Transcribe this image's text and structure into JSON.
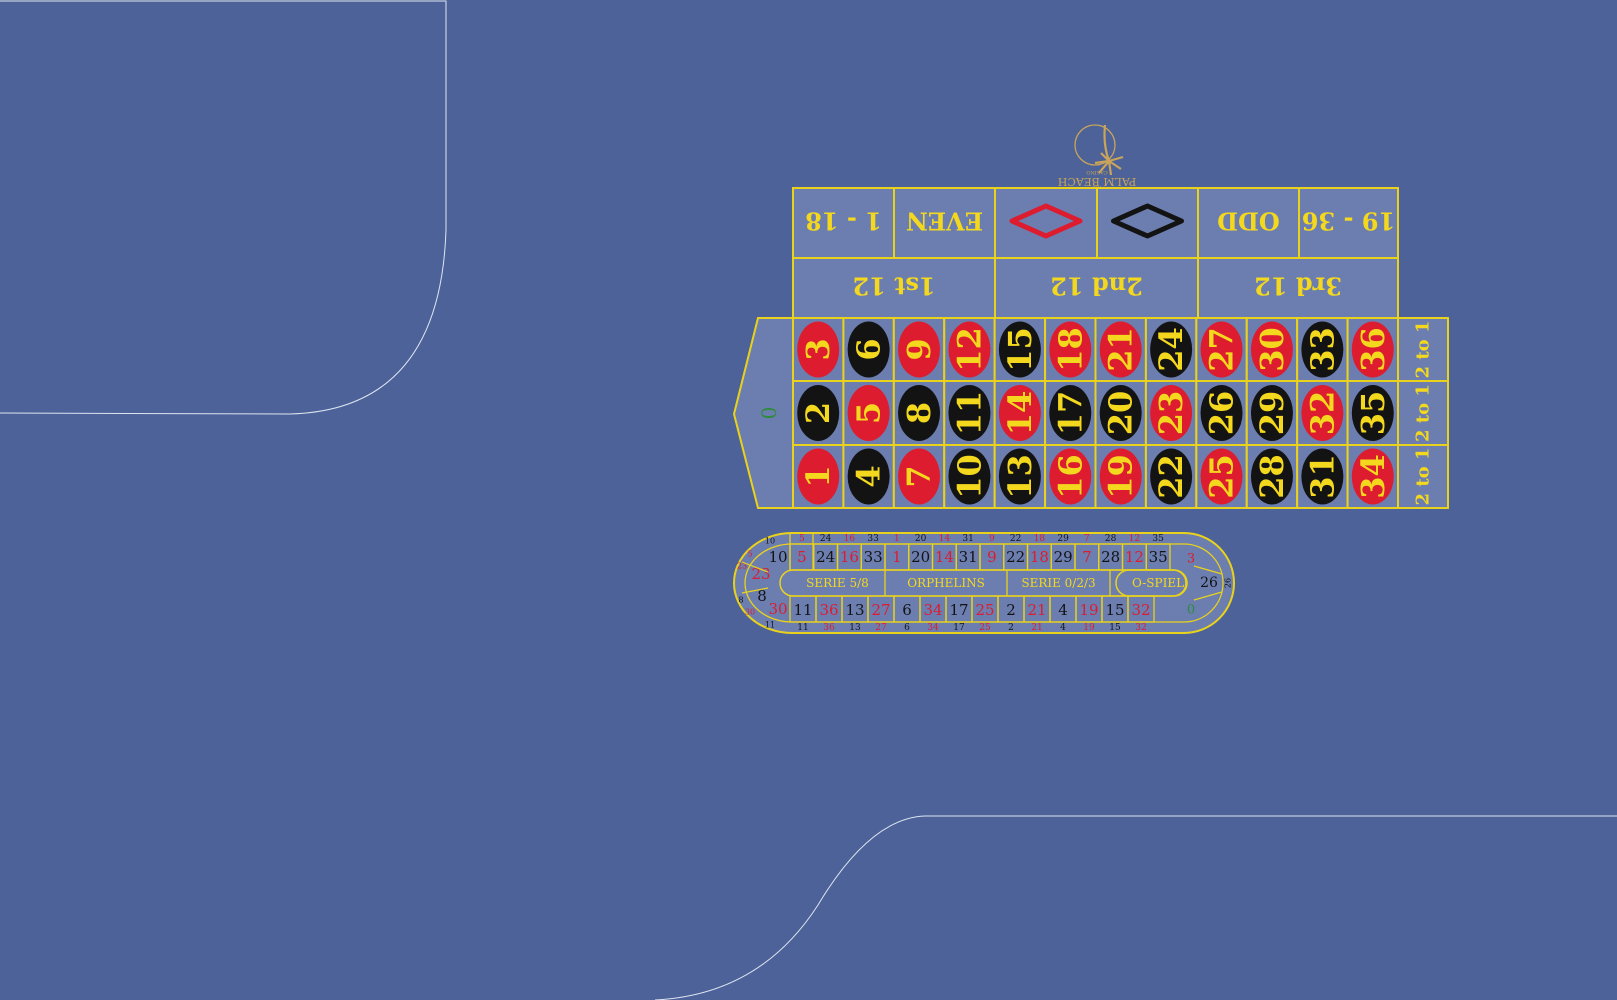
{
  "brand": {
    "name": "PALM BEACH",
    "sub": "CASINO",
    "top": "THE"
  },
  "colors": {
    "felt": "#4c6299",
    "felt_light": "#6c7eaf",
    "line": "#e9d21c",
    "red": "#dd1c2f",
    "black": "#131313",
    "green": "#2e8b3c",
    "text": "#f3d81e",
    "curve": "#dfe5f0",
    "logo": "#c9a45a"
  },
  "outside_bets": {
    "even_money": [
      "1 - 18",
      "EVEN",
      "red-diamond",
      "black-diamond",
      "ODD",
      "19 - 36"
    ],
    "dozens": [
      "1st 12",
      "2nd 12",
      "3rd 12"
    ],
    "columns": [
      "2 to 1",
      "2 to 1",
      "2 to 1"
    ]
  },
  "zero": "0",
  "red_numbers": [
    1,
    3,
    5,
    7,
    9,
    12,
    14,
    16,
    18,
    19,
    21,
    23,
    25,
    27,
    30,
    32,
    34,
    36
  ],
  "grid_rows": [
    [
      3,
      6,
      9,
      12,
      15,
      18,
      21,
      24,
      27,
      30,
      33,
      36
    ],
    [
      2,
      5,
      8,
      11,
      14,
      17,
      20,
      23,
      26,
      29,
      32,
      35
    ],
    [
      1,
      4,
      7,
      10,
      13,
      16,
      19,
      22,
      25,
      28,
      31,
      34
    ]
  ],
  "racetrack": {
    "top_outer": [
      "5",
      "24",
      "16",
      "33",
      "1",
      "20",
      "14",
      "31",
      "9",
      "22",
      "18",
      "29",
      "7",
      "28",
      "12",
      "35"
    ],
    "top_main": [
      "5",
      "24",
      "16",
      "33",
      "1",
      "20",
      "14",
      "31",
      "9",
      "22",
      "18",
      "29",
      "7",
      "28",
      "12",
      "35"
    ],
    "top_left": "10",
    "right_top": "3",
    "right_mid": "26",
    "right_edge": "26",
    "right_bottom": "0",
    "bottom_main": [
      "11",
      "36",
      "13",
      "27",
      "6",
      "34",
      "17",
      "25",
      "2",
      "21",
      "4",
      "19",
      "15",
      "32"
    ],
    "bottom_outer": [
      "11",
      "36",
      "13",
      "27",
      "6",
      "34",
      "17",
      "25",
      "2",
      "21",
      "4",
      "19",
      "15",
      "32"
    ],
    "left_main": [
      "23",
      "8",
      "30"
    ],
    "left_outer": [
      "10",
      "5",
      "23",
      "8",
      "30",
      "11"
    ],
    "sections": [
      "SERIE 5/8",
      "ORPHELINS",
      "SERIE 0/2/3",
      "O-SPIEL"
    ]
  }
}
